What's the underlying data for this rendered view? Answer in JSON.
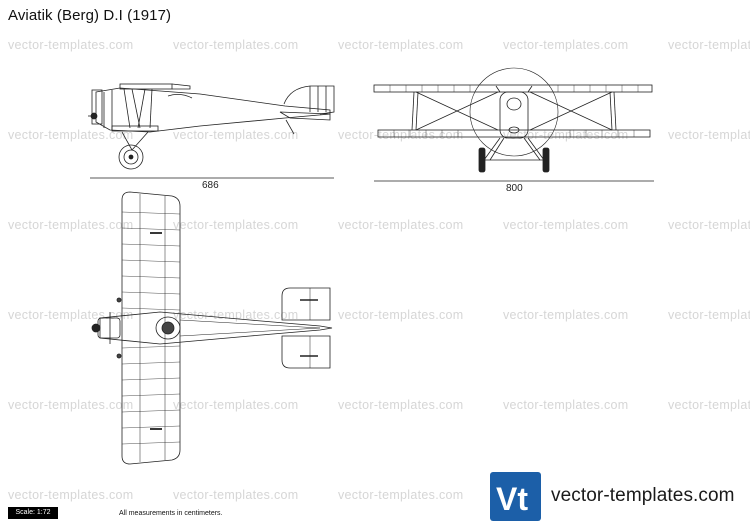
{
  "title": "Aviatik (Berg) D.I (1917)",
  "watermark_text": "vector-templates.com",
  "dimensions": {
    "side_length": "686",
    "front_span": "800"
  },
  "scale_label": "Scale: 1:72",
  "measurements_note": "All measurements in centimeters.",
  "logo": {
    "mark": "Vt",
    "text": "vector-templates.com",
    "color": "#1c5fa8"
  }
}
